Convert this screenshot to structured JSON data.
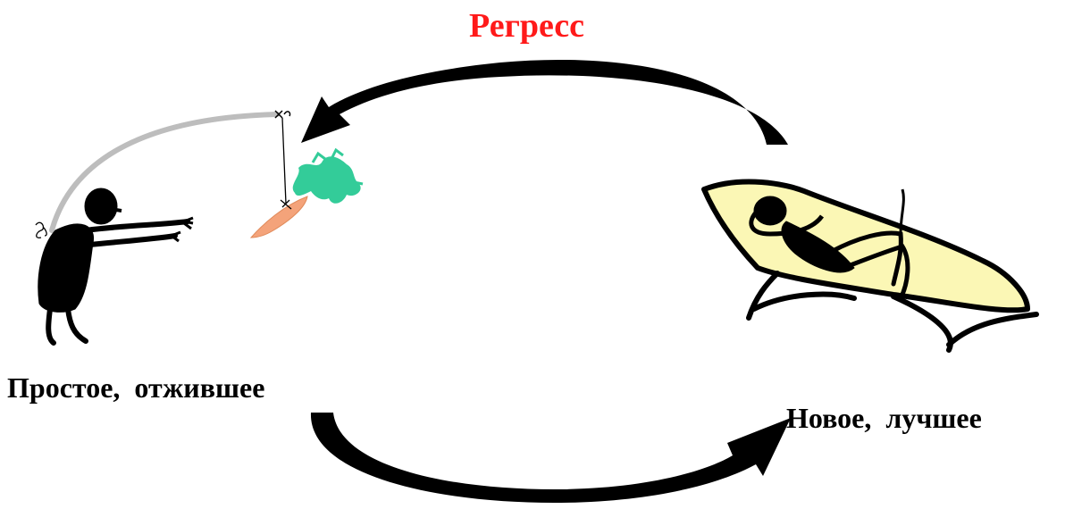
{
  "diagram": {
    "title": "Регресс",
    "left_label": "Простое,  отжившее",
    "right_label": "Новое,  лучшее",
    "title_color": "#ff1a1a",
    "pole_color": "#bdbdbd",
    "carrot_color": "#f4a37a",
    "leaf_color": "#33cc99",
    "lounger_color": "#fbf7b5",
    "icons": [
      "man-chasing-carrot-icon",
      "carrot-on-stick-icon",
      "man-on-lounger-icon",
      "arrow-top-icon",
      "arrow-bottom-icon"
    ]
  }
}
